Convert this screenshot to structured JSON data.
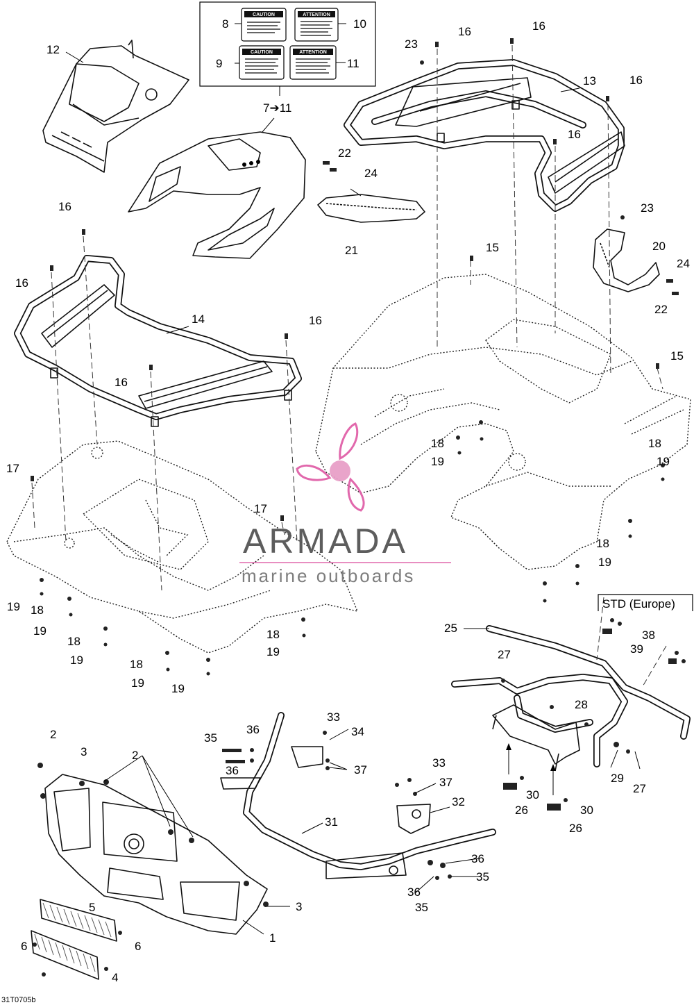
{
  "callouts": {
    "c1": "1",
    "c2a": "2",
    "c2b": "2",
    "c3a": "3",
    "c3b": "3",
    "c4": "4",
    "c5": "5",
    "c6a": "6",
    "c6b": "6",
    "c7_11": "7➔11",
    "c8": "8",
    "c9": "9",
    "c10": "10",
    "c11": "11",
    "c12": "12",
    "c13": "13",
    "c14": "14",
    "c15a": "15",
    "c15b": "15",
    "c16a": "16",
    "c16b": "16",
    "c16c": "16",
    "c16d": "16",
    "c16e": "16",
    "c16f": "16",
    "c16g": "16",
    "c16h": "16",
    "c17a": "17",
    "c17b": "17",
    "c18a": "18",
    "c18b": "18",
    "c18c": "18",
    "c18d": "18",
    "c18e": "18",
    "c18f": "18",
    "c18g": "18",
    "c19a": "19",
    "c19b": "19",
    "c19c": "19",
    "c19d": "19",
    "c19e": "19",
    "c19f": "19",
    "c19g": "19",
    "c19h": "19",
    "c19i": "19",
    "c20": "20",
    "c21": "21",
    "c22a": "22",
    "c22b": "22",
    "c23a": "23",
    "c23b": "23",
    "c24a": "24",
    "c24b": "24",
    "c25": "25",
    "c26a": "26",
    "c26b": "26",
    "c27a": "27",
    "c27b": "27",
    "c28": "28",
    "c29": "29",
    "c30a": "30",
    "c30b": "30",
    "c31": "31",
    "c32": "32",
    "c33a": "33",
    "c33b": "33",
    "c34": "34",
    "c35a": "35",
    "c35b": "35",
    "c35c": "35",
    "c36a": "36",
    "c36b": "36",
    "c36c": "36",
    "c36d": "36",
    "c37a": "37",
    "c37b": "37",
    "c38": "38",
    "c39": "39"
  },
  "labels": {
    "caution": "CAUTION",
    "attention": "ATTENTION"
  },
  "std_box": {
    "title": "STD (Europe)"
  },
  "watermark": {
    "brand": "ARMADA",
    "tagline": "marine outboards",
    "accent_color": "#e060a8"
  },
  "figure_id": "31T0705b"
}
